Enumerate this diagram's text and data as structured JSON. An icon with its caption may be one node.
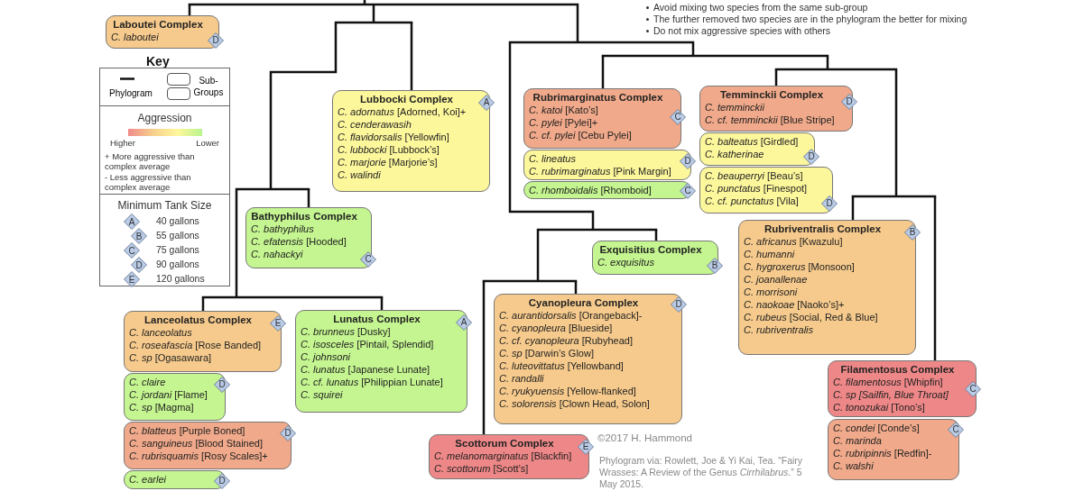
{
  "diagram": {
    "nodes": [
      {
        "text": [
          "Laboutei Complex",
          "*C. laboutei*",
          "D"
        ]
      },
      {
        "text": [
          "Lubbocki Complex",
          "*C. adornatus* [Adorned, Koi]+",
          "*C. cenderawasih*",
          "*C. flavidorsalis* [Yellowfin]",
          "*C. lubbocki* [Lubbock’s]",
          "*C. marjorie* [Marjorie’s]",
          "*C. walindi*",
          "A"
        ]
      },
      {
        "text": [
          "Rubrimarginatus Complex",
          "*C. katoi* [Kato’s]",
          "*C. pylei* [Pylei]+",
          "*C. cf. pylei* [Cebu Pylei]",
          "C"
        ]
      },
      {
        "text": [
          "*C. lineatus*",
          "*C. rubrimarginatus* [Pink Margin]",
          "D"
        ]
      },
      {
        "text": [
          "*C. rhomboidalis* [Rhomboid]",
          "C"
        ]
      },
      {
        "text": [
          "Temminckii Complex",
          "*C. temminckii*",
          "*C. cf. temminckii* [Blue Stripe]",
          "D"
        ]
      },
      {
        "text": [
          "*C. balteatus* [Girdled]",
          "*C. katherinae*",
          "D"
        ]
      },
      {
        "text": [
          "*C. beauperryi* [Beau’s]",
          "*C. punctatus* [Finespot]",
          "*C. cf. punctatus* [Vila]",
          "D"
        ]
      },
      {
        "text": [
          "Bathyphilus Complex",
          "*C. bathyphilus*",
          "*C. efatensis* [Hooded]",
          "*C. nahackyi*",
          "C"
        ]
      },
      {
        "text": [
          "Exquisitius Complex",
          "*C. exquisitus*",
          "B"
        ]
      },
      {
        "text": [
          "Rubriventralis Complex",
          "*C. africanus* [Kwazulu]",
          "*C. humanni*",
          "*C. hygroxerus* [Monsoon]",
          "*C. joanallenae*",
          "*C. morrisoni*",
          "*C. naokoae* [Naoko’s]+",
          "*C. rubeus* [Social, Red & Blue]",
          "*C. rubriventralis*",
          "B"
        ]
      },
      {
        "text": [
          "Lanceolatus Complex",
          "*C. lanceolatus*",
          "*C. roseafascia* [Rose Banded]",
          "*C. sp* [Ogasawara]",
          "E"
        ]
      },
      {
        "text": [
          "*C. claire*",
          "*C. jordani* [Flame]",
          "*C. sp* [Magma]",
          "D"
        ]
      },
      {
        "text": [
          "*C. blatteus* [Purple Boned]",
          "*C. sanguineus* [Blood Stained]",
          "*C. rubrisquamis* [Rosy Scales]+",
          "D"
        ]
      },
      {
        "text": [
          "*C. earlei*",
          "D"
        ]
      },
      {
        "text": [
          "Lunatus Complex",
          "*C. brunneus* [Dusky]",
          "*C. isosceles* [Pintail, Splendid]",
          "*C. johnsoni*",
          "*C. lunatus* [Japanese Lunate]",
          "*C. cf. lunatus* [Philippian Lunate]",
          "*C. squirei*",
          "A"
        ]
      },
      {
        "text": [
          "Cyanopleura Complex",
          "*C. aurantidorsalis* [Orangeback]-",
          "*C. cyanopleura* [Blueside]",
          "*C. cf. cyanopleura* [Rubyhead]",
          "*C. sp* [Darwin’s Glow]",
          "*C. luteovittatus* [Yellowband]",
          "*C. randalli*",
          "*C. ryukyuensis* [Yellow-flanked]",
          "*C. solorensis* [Clown Head, Solon]",
          "D"
        ]
      },
      {
        "text": [
          "Filamentosus Complex",
          "*C. filamentosus* [Whipfin]",
          "*C. sp [Sailfin, Blue Throat]*",
          "*C. tonozukai* [Tono’s]",
          "C"
        ]
      },
      {
        "text": [
          "*C. condei* [Conde’s]",
          "*C. marinda*",
          "*C. rubripinnis* [Redfin]-",
          "*C. walshi*",
          "C"
        ]
      },
      {
        "text": [
          "Scottorum Complex",
          "*C. melanomarginatus* [Blackfin]",
          "*C. scottorum* [Scott’s]",
          "E"
        ]
      }
    ],
    "edges": [
      {
        "from": null,
        "to": 0,
        "arrow": "none"
      },
      {
        "from": null,
        "to": 1,
        "arrow": "none"
      },
      {
        "from": null,
        "to": 2,
        "arrow": "none"
      },
      {
        "from": null,
        "to": 5,
        "arrow": "none"
      },
      {
        "from": null,
        "to": 8,
        "arrow": "none"
      },
      {
        "from": null,
        "to": 9,
        "arrow": "none"
      },
      {
        "from": null,
        "to": 10,
        "arrow": "none"
      },
      {
        "from": null,
        "to": 11,
        "arrow": "none"
      },
      {
        "from": null,
        "to": 15,
        "arrow": "none"
      },
      {
        "from": null,
        "to": 16,
        "arrow": "none"
      },
      {
        "from": null,
        "to": 17,
        "arrow": "none"
      },
      {
        "from": null,
        "to": 19,
        "arrow": "none"
      }
    ],
    "labels": [
      "Avoid mixing two species from the same sub-group",
      "The further removed two species are in the phylogram the better for mixing",
      "Do not mix aggressive species with others",
      "Key",
      "Aggression",
      "Higher",
      "Lower",
      "+ More aggressive than complex average",
      "- Less aggressive than complex average",
      "Minimum Tank Size",
      "A",
      "40 gallons",
      "B",
      "55 gallons",
      "C",
      "75 gallons",
      "D",
      "90 gallons",
      "E",
      "120 gallons",
      "©2017 H. Hammond",
      "Phylogram via: Rowlett, Joe & Yi Kai, Tea. “Fairy Wrasses: A Review of the Genus *Cirrhilabrus*.” 5 May 2015."
    ],
    "legend": [
      {
        "text": "Phylogram"
      },
      {
        "text": "Sub- Groups"
      }
    ]
  }
}
